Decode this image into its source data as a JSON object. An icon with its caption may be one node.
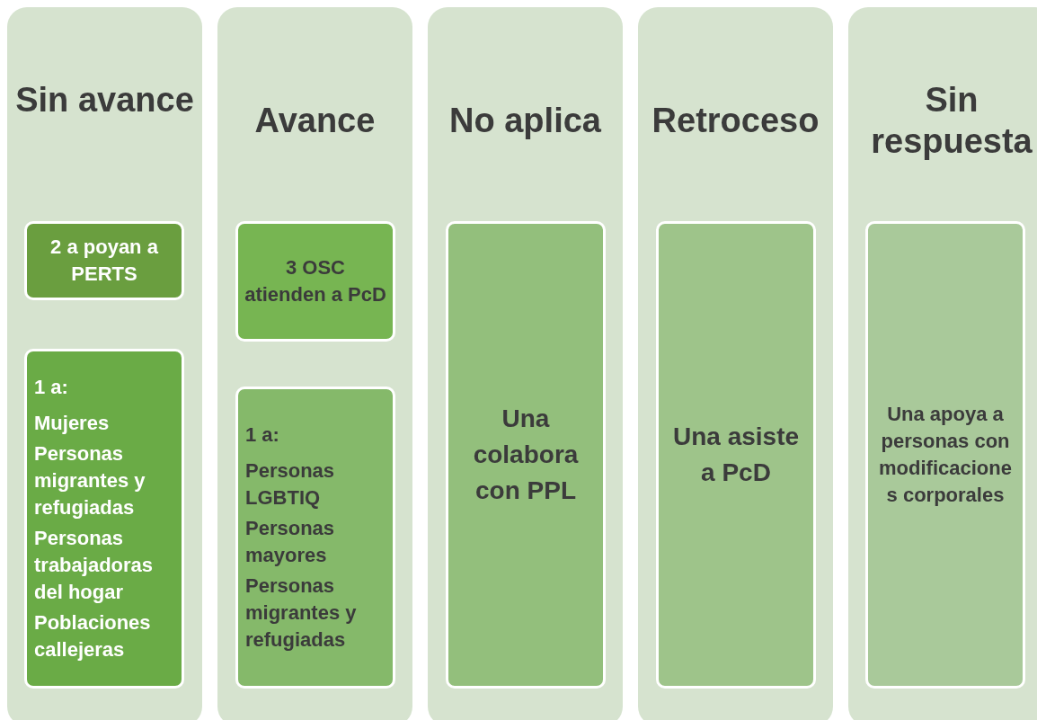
{
  "diagram": {
    "nodes": [
      {
        "text": [
          "Sin avance"
        ]
      },
      {
        "text": [
          "2 a poyan a PERTS"
        ],
        "in": 0
      },
      {
        "text": [
          "1 a:",
          "Mujeres",
          "Personas migrantes y refugiadas",
          "Personas trabajadoras del hogar",
          "Poblaciones callejeras"
        ],
        "in": 0
      },
      {
        "text": [
          "Avance"
        ]
      },
      {
        "text": [
          "3 OSC atienden a PcD"
        ],
        "in": 3
      },
      {
        "text": [
          "1 a:",
          "Personas LGBTIQ",
          "Personas mayores",
          "Personas migrantes y refugiadas"
        ],
        "in": 3
      },
      {
        "text": [
          "No aplica"
        ]
      },
      {
        "text": [
          "Una colabora con PPL"
        ],
        "in": 6
      },
      {
        "text": [
          "Retroceso"
        ]
      },
      {
        "text": [
          "Una asiste a PcD"
        ],
        "in": 8
      },
      {
        "text": [
          "Sin respuesta"
        ]
      },
      {
        "text": [
          "Una apoya a personas con modificaciones corporales"
        ],
        "in": 10
      }
    ],
    "edges": []
  }
}
